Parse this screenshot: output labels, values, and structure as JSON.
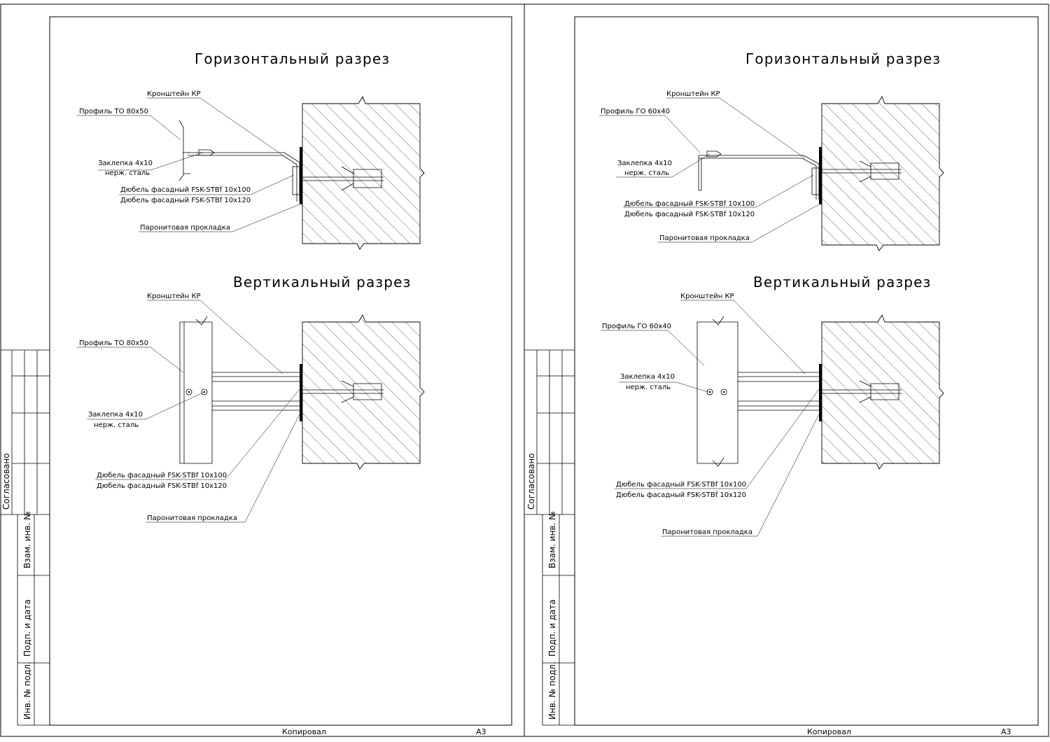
{
  "sheets": [
    {
      "horizontal": {
        "title": "Горизонтальный разрез",
        "labels": {
          "bracket": "Кронштейн КР",
          "profile": "Профиль ТО 80х50",
          "rivet_1": "Заклепка 4х10",
          "rivet_2": "нерж. сталь",
          "dowel_1": "Дюбель фасадный FSK-STBf 10х100",
          "dowel_2": "Дюбель фасадный FSK-STBf 10х120",
          "gasket": "Паронитовая прокладка"
        }
      },
      "vertical": {
        "title": "Вертикальный разрез",
        "labels": {
          "bracket": "Кронштейн КР",
          "profile": "Профиль ТО 80х50",
          "rivet_1": "Заклепка 4х10",
          "rivet_2": "нерж. сталь",
          "dowel_1": "Дюбель фасадный FSK-STBf 10х100",
          "dowel_2": "Дюбель фасадный FSK-STBf 10х120",
          "gasket": "Паронитовая прокладка"
        }
      },
      "stamp": {
        "agreed": "Согласовано",
        "inv_repl": "Взам. инв. №",
        "sign_date": "Подп. и дата",
        "inv_orig": "Инв. № подл.",
        "copied": "Копировал",
        "format": "А3"
      }
    },
    {
      "horizontal": {
        "title": "Горизонтальный разрез",
        "labels": {
          "bracket": "Кронштейн КР",
          "profile": "Профиль ГО 60х40",
          "rivet_1": "Заклепка 4х10",
          "rivet_2": "нерж. сталь",
          "dowel_1": "Дюбель фасадный FSK-STBf 10х100",
          "dowel_2": "Дюбель фасадный FSK-STBf 10х120",
          "gasket": "Паронитовая прокладка"
        }
      },
      "vertical": {
        "title": "Вертикальный разрез",
        "labels": {
          "bracket": "Кронштейн КР",
          "profile": "Профиль ГО 60х40",
          "rivet_1": "Заклепка 4х10",
          "rivet_2": "нерж. сталь",
          "dowel_1": "Дюбель фасадный FSK-STBf 10х100",
          "dowel_2": "Дюбель фасадный FSK-STBf 10х120",
          "gasket": "Паронитовая прокладка"
        }
      },
      "stamp": {
        "agreed": "Согласовано",
        "inv_repl": "Взам. инв. №",
        "sign_date": "Подп. и дата",
        "inv_orig": "Инв. № подл.",
        "copied": "Копировал",
        "format": "А3"
      }
    }
  ]
}
